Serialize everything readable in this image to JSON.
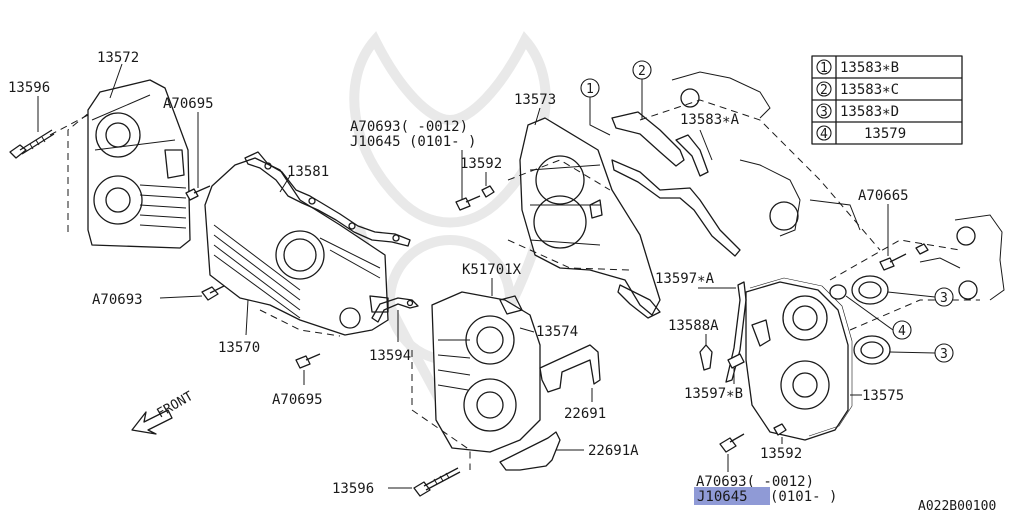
{
  "labels": {
    "l13596_top": "13596",
    "l13572": "13572",
    "a70695_top": "A70695",
    "l13581": "13581",
    "a70693_left": "A70693",
    "l13570": "13570",
    "l13594": "13594",
    "a70695_bottom": "A70695",
    "front": "FRONT",
    "a70693_mid": "A70693(   -0012)",
    "j10645_mid": "J10645 (0101-    )",
    "l13573": "13573",
    "l13592_top": "13592",
    "l13583a": "13583∗A",
    "k51701x": "K51701X",
    "l13574": "13574",
    "l22691": "22691",
    "l22691a": "22691A",
    "l13596_bottom": "13596",
    "a70665": "A70665",
    "l13597a": "13597∗A",
    "l13588a": "13588A",
    "l13597b": "13597∗B",
    "l13575": "13575",
    "l13592_bottom": "13592",
    "a70693_bottom": "A70693(    -0012)",
    "j10645_bottom_code": "J10645",
    "j10645_bottom_range": "(0101-    )",
    "diagram_code": "A022B00100"
  },
  "legend": [
    {
      "num": "1",
      "part": "13583∗B"
    },
    {
      "num": "2",
      "part": "13583∗C"
    },
    {
      "num": "3",
      "part": "13583∗D"
    },
    {
      "num": "4",
      "part": "13579"
    }
  ],
  "callouts": {
    "c1": "1",
    "c2": "2",
    "c3a": "3",
    "c3b": "3",
    "c4": "4"
  },
  "colors": {
    "highlight": "#8f9ad6",
    "line": "#1a1a1a"
  }
}
